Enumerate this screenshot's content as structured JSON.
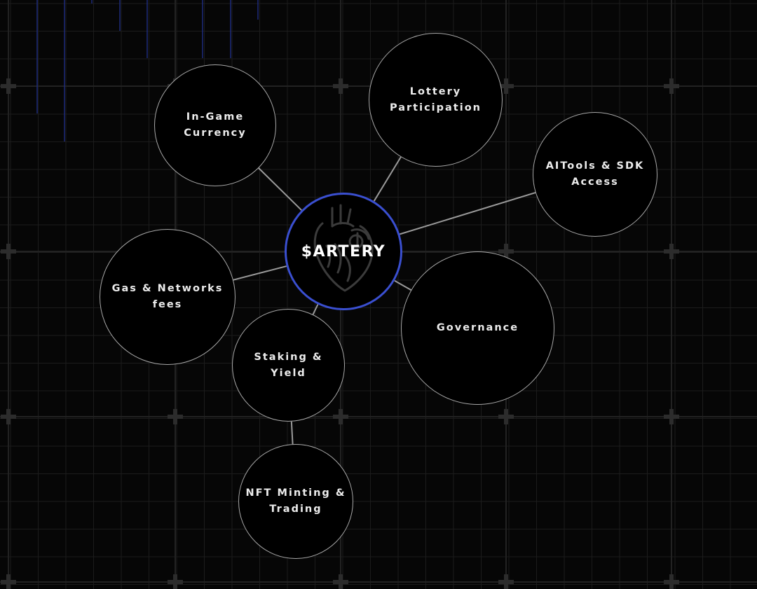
{
  "diagram": {
    "center": {
      "label": "$ARTERY",
      "icon": "anatomical-heart-icon",
      "ring_color": "#3a4fd0"
    },
    "nodes": [
      {
        "id": "in-game-currency",
        "label": "In-Game\nCurrency"
      },
      {
        "id": "lottery-participation",
        "label": "Lottery\nParticipation"
      },
      {
        "id": "aitools-sdk-access",
        "label": "AITools & SDK\nAccess"
      },
      {
        "id": "gas-networks-fees",
        "label": "Gas & Networks\nfees"
      },
      {
        "id": "governance",
        "label": "Governance"
      },
      {
        "id": "staking-yield",
        "label": "Staking &\nYield"
      },
      {
        "id": "nft-minting-trading",
        "label": "NFT Minting &\nTrading"
      }
    ],
    "connections": [
      {
        "from": "center",
        "to": "in-game-currency"
      },
      {
        "from": "center",
        "to": "lottery-participation"
      },
      {
        "from": "center",
        "to": "aitools-sdk-access"
      },
      {
        "from": "center",
        "to": "gas-networks-fees"
      },
      {
        "from": "center",
        "to": "governance"
      },
      {
        "from": "center",
        "to": "staking-yield"
      },
      {
        "from": "staking-yield",
        "to": "nft-minting-trading"
      }
    ],
    "colors": {
      "background": "#060606",
      "grid": "#1c1c1c",
      "grid_accent": "#1d2a7a",
      "node_border": "#a8a8a8",
      "connector": "#9a9a9a",
      "text": "#ececec"
    }
  }
}
